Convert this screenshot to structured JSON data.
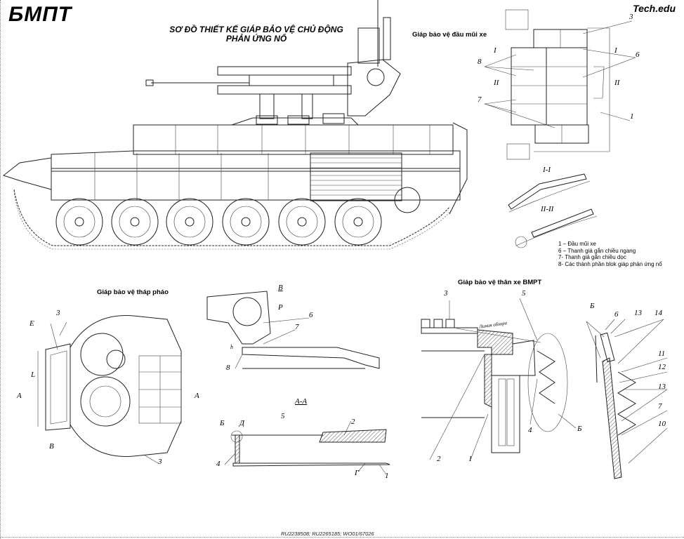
{
  "header": {
    "brand": "БМПТ",
    "title_line1": "SƠ ĐỒ THIẾT KẾ GIÁP BẢO VỆ CHỦ ĐỘNG",
    "title_line2": "PHẢN ỨNG NỔ",
    "watermark": "Tech.edu"
  },
  "sections": {
    "nose": {
      "title": "Giáp bảo vệ đầu mũi xe",
      "callouts": [
        "3",
        "6",
        "8",
        "7",
        "1"
      ],
      "section_marks": [
        "I",
        "I",
        "II",
        "II"
      ],
      "section_views": [
        "I-I",
        "II-II"
      ],
      "legend": [
        "1 –  Đầu mũi xe",
        "6 –  Thanh giá gắn chiều ngang",
        "7-   Thanh giá gắn chiều dọc",
        "8-   Các thành phần blok giáp phản ứng nổ"
      ]
    },
    "turret": {
      "title": "Giáp bảo vệ tháp pháo",
      "callouts": [
        "3",
        "3",
        "E",
        "A",
        "A",
        "B",
        "L"
      ]
    },
    "view_b": {
      "title": "B",
      "callouts": [
        "P",
        "6",
        "7",
        "8",
        "h"
      ]
    },
    "section_aa": {
      "title": "A-A",
      "callouts": [
        "Б",
        "Д",
        "5",
        "2",
        "4",
        "Г",
        "1"
      ]
    },
    "hull": {
      "title": "Giáp bảo vệ thân xe BMPT",
      "callouts": [
        "3",
        "5",
        "2",
        "1",
        "4",
        "Б"
      ],
      "sight_line_label": "Линия обзора"
    },
    "detail_b": {
      "title": "Б",
      "callouts": [
        "6",
        "13",
        "14",
        "11",
        "12",
        "13",
        "7",
        "10"
      ]
    }
  },
  "footer": {
    "patents": "RU2238508; RU2265185; WO01/67026"
  }
}
